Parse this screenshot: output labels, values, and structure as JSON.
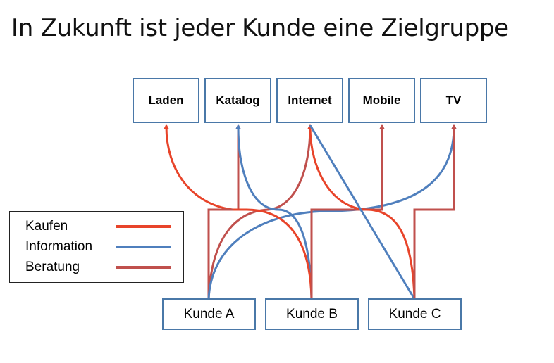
{
  "title": "In Zukunft ist jeder Kunde eine Zielgruppe",
  "channels": [
    "Laden",
    "Katalog",
    "Internet",
    "Mobile",
    "TV"
  ],
  "customers": [
    "Kunde A",
    "Kunde B",
    "Kunde C"
  ],
  "legend": [
    {
      "label": "Kaufen",
      "color": "#e8442a"
    },
    {
      "label": "Information",
      "color": "#4f7fbd"
    },
    {
      "label": "Beratung",
      "color": "#c0504d"
    }
  ],
  "colors": {
    "box_border": "#4a78a8",
    "kaufen": "#e8442a",
    "information": "#4f7fbd",
    "beratung": "#c0504d"
  }
}
